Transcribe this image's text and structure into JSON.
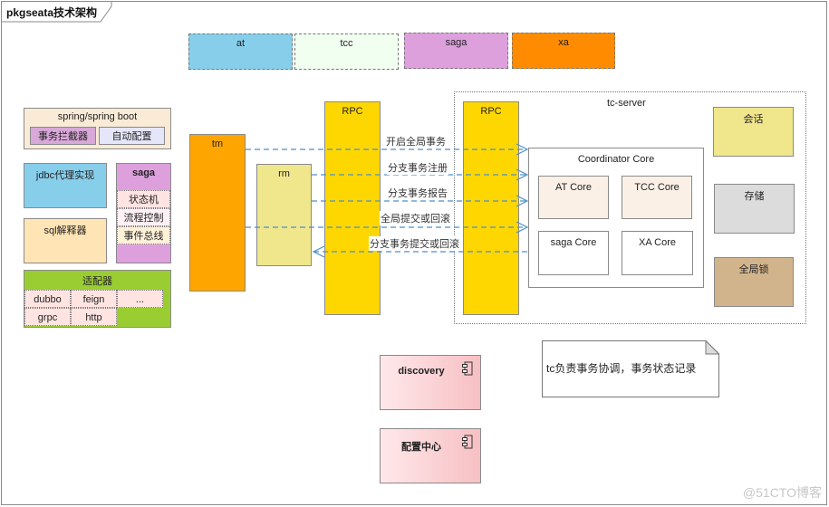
{
  "frame": {
    "title": "pkgseata技术架构"
  },
  "modes": [
    {
      "label": "at",
      "color": "#87CEEB"
    },
    {
      "label": "tcc",
      "color": "#F0FFF0"
    },
    {
      "label": "saga",
      "color": "#DDA0DD"
    },
    {
      "label": "xa",
      "color": "#FF8C00"
    }
  ],
  "client": {
    "spring": {
      "title": "spring/spring boot",
      "items": [
        "事务拦截器",
        "自动配置"
      ]
    },
    "jdbc": {
      "label": "jdbc代理实现"
    },
    "sql": {
      "label": "sql解释器"
    },
    "saga": {
      "title": "saga",
      "items": [
        "状态机",
        "流程控制",
        "事件总线"
      ]
    },
    "adapter": {
      "title": "适配器",
      "items": [
        "dubbo",
        "feign",
        "...",
        "grpc",
        "http"
      ]
    }
  },
  "tm": {
    "label": "tm"
  },
  "rm": {
    "label": "rm"
  },
  "rpc_client": {
    "label": "RPC"
  },
  "rpc_server": {
    "label": "RPC"
  },
  "messages": [
    {
      "label": "开启全局事务",
      "direction": "tm→tc"
    },
    {
      "label": "分支事务注册",
      "direction": "rm→tc"
    },
    {
      "label": "分支事务报告",
      "direction": "rm→tc"
    },
    {
      "label": "全局提交或回滚",
      "direction": "tm→tc"
    },
    {
      "label": "分支事务提交或回滚",
      "direction": "tc→rm"
    }
  ],
  "tc_server": {
    "title": "tc-server",
    "coordinator": {
      "title": "Coordinator Core",
      "cores": [
        "AT Core",
        "TCC Core",
        "saga Core",
        "XA Core"
      ]
    },
    "side": [
      {
        "label": "会话",
        "color": "#F0E68C"
      },
      {
        "label": "存储",
        "color": "#DCDCDC"
      },
      {
        "label": "全局锁",
        "color": "#D2B48C"
      }
    ]
  },
  "components": [
    {
      "label": "discovery"
    },
    {
      "label": "配置中心"
    }
  ],
  "note": {
    "text": "tc负责事务协调，事务状态记录"
  },
  "watermark": {
    "text": "@51CTO博客"
  }
}
